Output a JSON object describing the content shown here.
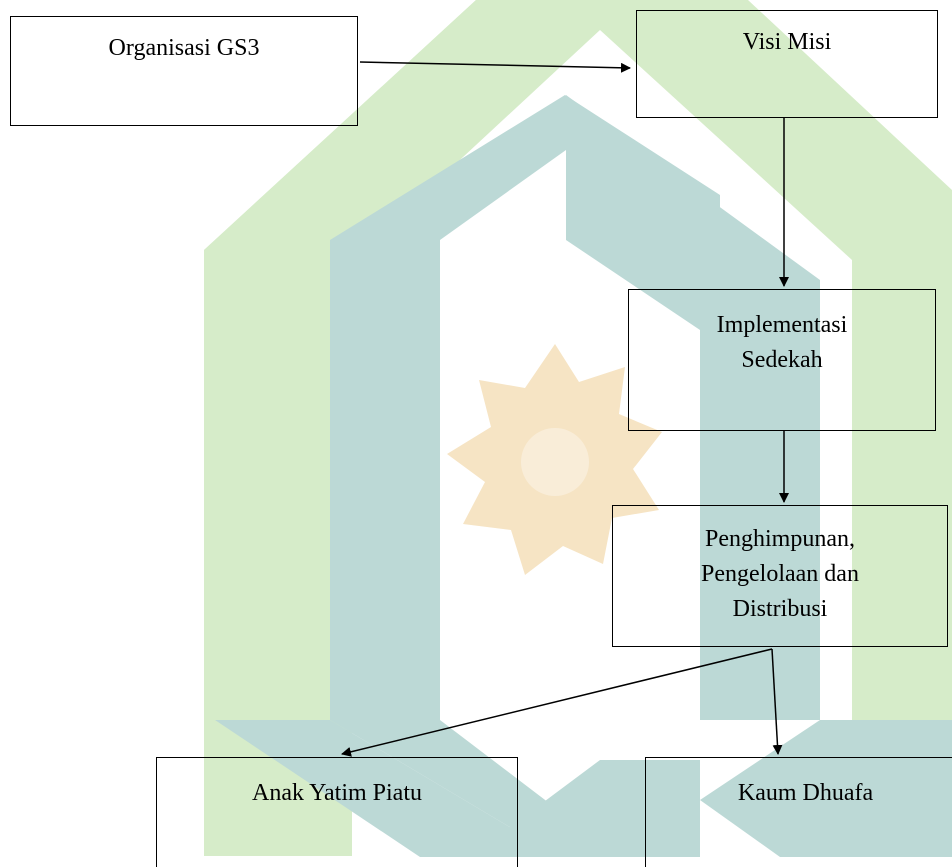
{
  "nodes": {
    "organisasi": "Organisasi GS3",
    "visi_misi": "Visi Misi",
    "implementasi": [
      "Implementasi",
      "Sedekah"
    ],
    "penghimpunan": [
      "Penghimpunan,",
      "Pengelolaan dan",
      "Distribusi"
    ],
    "anak_yatim": "Anak Yatim Piatu",
    "kaum_dhuafa": "Kaum Dhuafa"
  },
  "colors": {
    "watermark_green": "#d6ecc9",
    "watermark_teal": "#bcd9d6",
    "watermark_gold": "#f6e4c4",
    "line": "#000000"
  }
}
